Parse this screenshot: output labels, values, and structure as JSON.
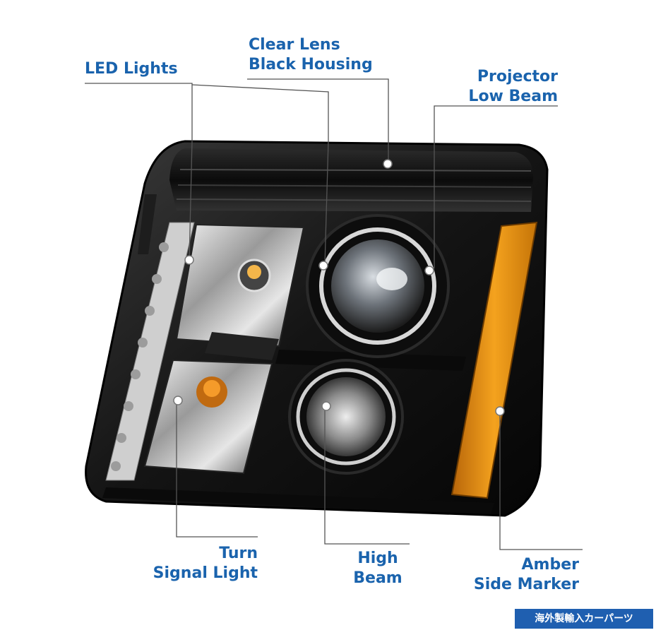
{
  "labels": {
    "led_lights": "LED Lights",
    "clear_lens_1": "Clear Lens",
    "clear_lens_2": "Black Housing",
    "projector_1": "Projector",
    "projector_2": "Low Beam",
    "turn_1": "Turn",
    "turn_2": "Signal Light",
    "high_1": "High",
    "high_2": "Beam",
    "amber_1": "Amber",
    "amber_2": "Side Marker"
  },
  "watermark": "海外製輸入カーパーツ",
  "colors": {
    "label_blue": "#1a63ad",
    "housing_black": "#141414",
    "amber": "#e8920f",
    "watermark_bg": "#1f5fb0"
  }
}
